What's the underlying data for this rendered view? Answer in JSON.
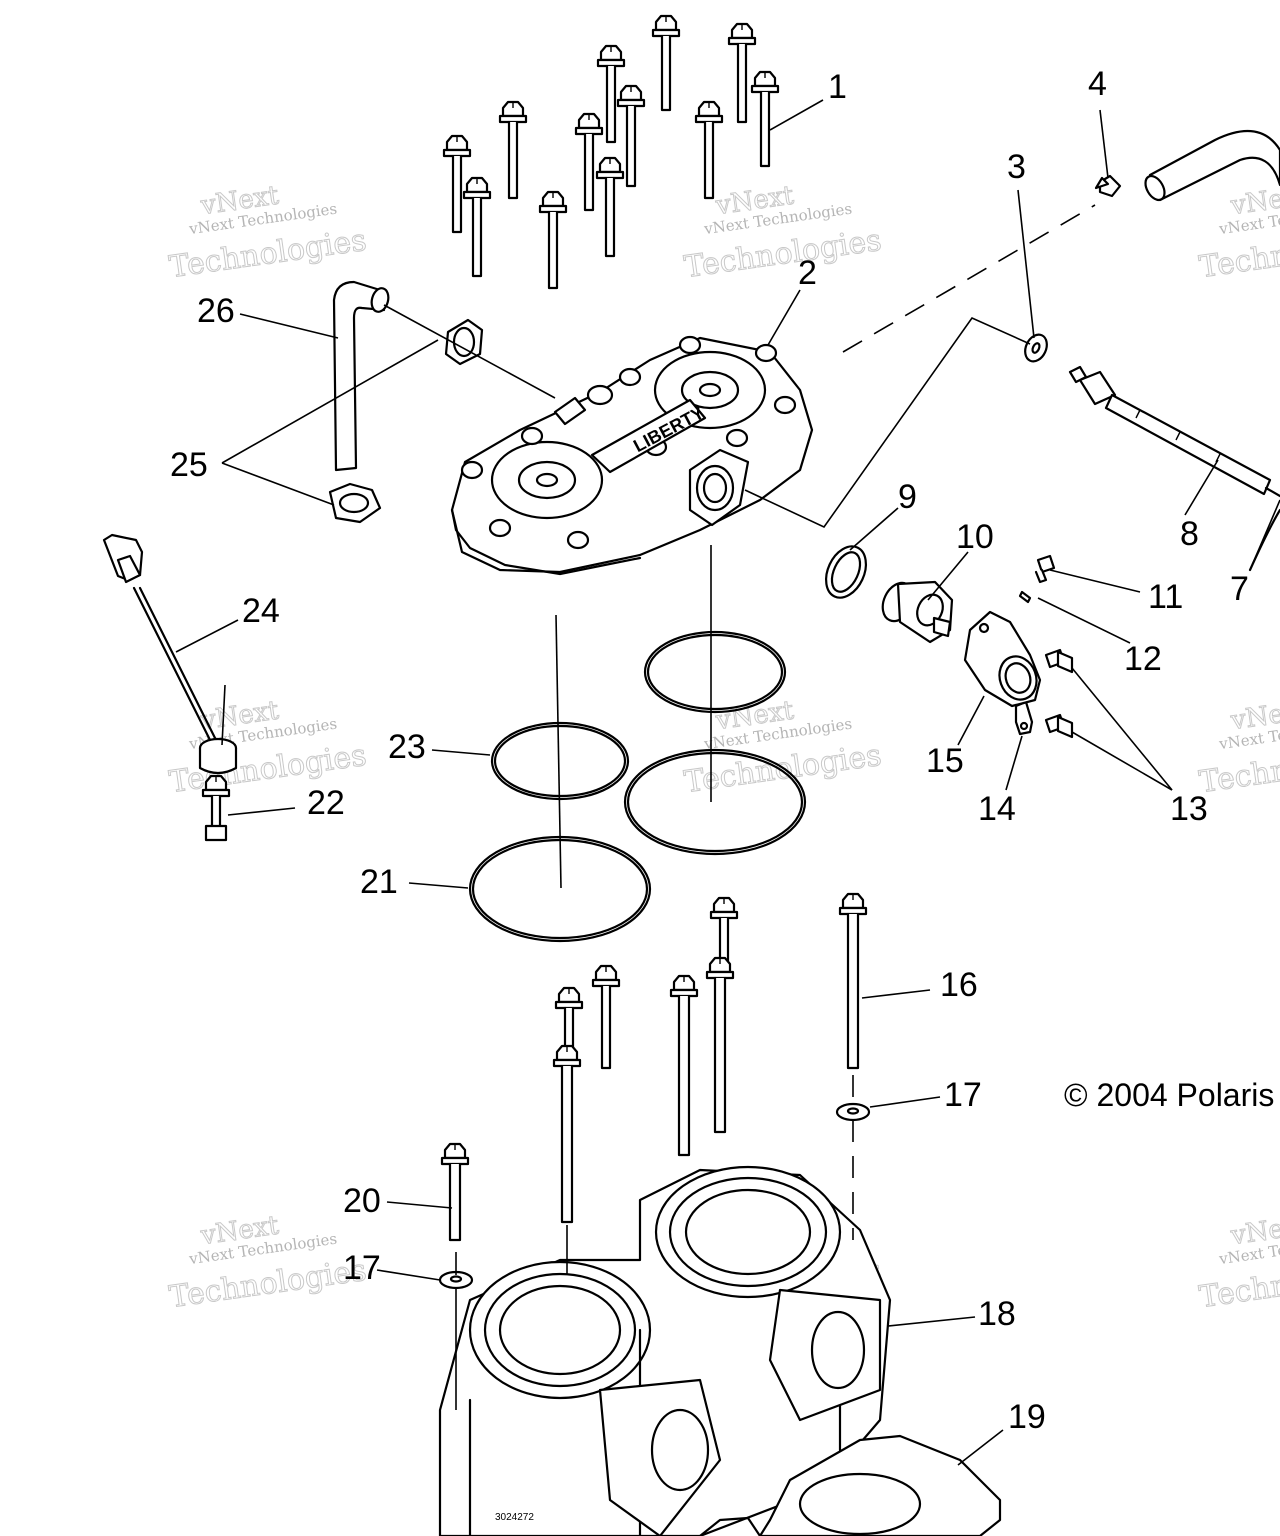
{
  "copyright": "© 2004 Polaris",
  "watermark": {
    "line1": "vNext",
    "line2": "vNext Technologies",
    "line3": "Technologies"
  },
  "callouts": {
    "c1": "1",
    "c2": "2",
    "c3": "3",
    "c4": "4",
    "c7": "7",
    "c8": "8",
    "c9": "9",
    "c10": "10",
    "c11": "11",
    "c12": "12",
    "c13": "13",
    "c14": "14",
    "c15": "15",
    "c16": "16",
    "c17a": "17",
    "c17b": "17",
    "c18": "18",
    "c19": "19",
    "c20": "20",
    "c21": "21",
    "c22": "22",
    "c23": "23",
    "c24": "24",
    "c25": "25",
    "c26": "26"
  },
  "head_logo_text": "LIBERTY",
  "cylinder_marking": "3024272"
}
